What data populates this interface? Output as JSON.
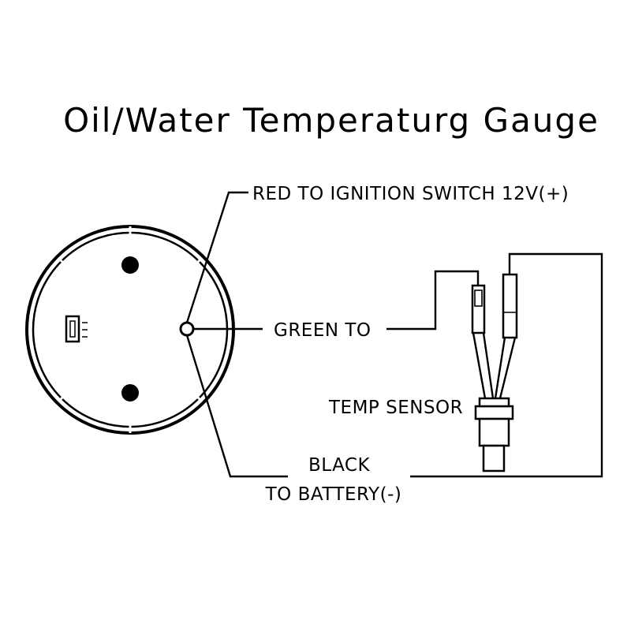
{
  "title": "Oil/Water Temperaturg Gauge",
  "labels": {
    "red": "RED TO IGNITION SWITCH 12V(+)",
    "green": "GREEN TO",
    "sensor": "TEMP SENSOR",
    "black_line1": "BLACK",
    "black_line2": "TO BATTERY(-)"
  },
  "colors": {
    "line": "#000000",
    "background": "#ffffff"
  }
}
